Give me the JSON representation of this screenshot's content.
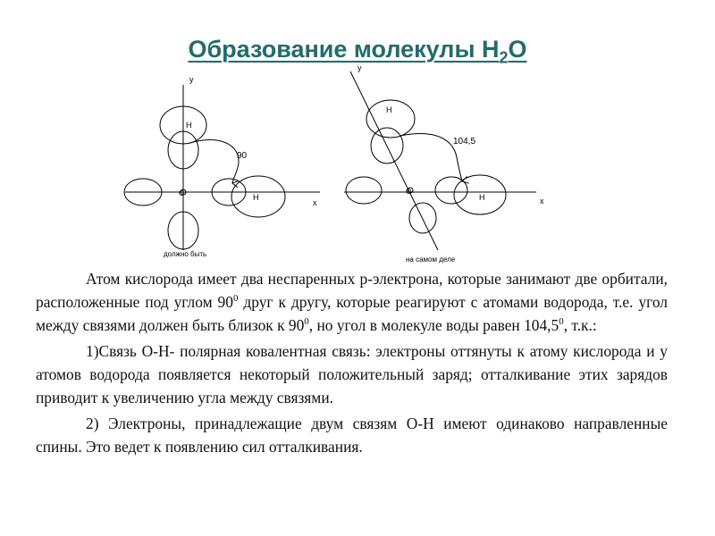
{
  "title": {
    "main": "Образование молекулы Н",
    "sub": "2",
    "end": "О"
  },
  "diagram": {
    "left": {
      "axis_y": "у",
      "axis_x": "х",
      "h_top": "Н",
      "h_right": "Н",
      "o": "О",
      "angle": "90",
      "caption": "должно быть"
    },
    "right": {
      "axis_y": "у",
      "axis_x": "х",
      "h_top": "Н",
      "h_right": "Н",
      "o": "О",
      "angle": "104,5",
      "caption": "на самом деле"
    }
  },
  "paragraphs": [
    {
      "t1": "Атом кислорода имеет два неспаренных р-электрона, которые занимают две орбитали, расположенные под углом 90",
      "s1": "0",
      "t2": " друг к другу, которые реагируют с атомами водорода, т.е. угол между связями должен быть близок к 90",
      "s2": "0",
      "t3": ", но угол в молекуле воды равен 104,5",
      "s3": "0",
      "t4": ", т.к.:"
    },
    {
      "text": "1)Связь О-Н- полярная ковалентная связь: электроны оттянуты к атому кислорода и у атомов водорода появляется некоторый положительный заряд; отталкивание этих зарядов приводит к увеличению угла между связями."
    },
    {
      "text": "2) Электроны, принадлежащие двум связям О-Н имеют одинаково направленные спины. Это ведет к появлению сил отталкивания."
    }
  ]
}
